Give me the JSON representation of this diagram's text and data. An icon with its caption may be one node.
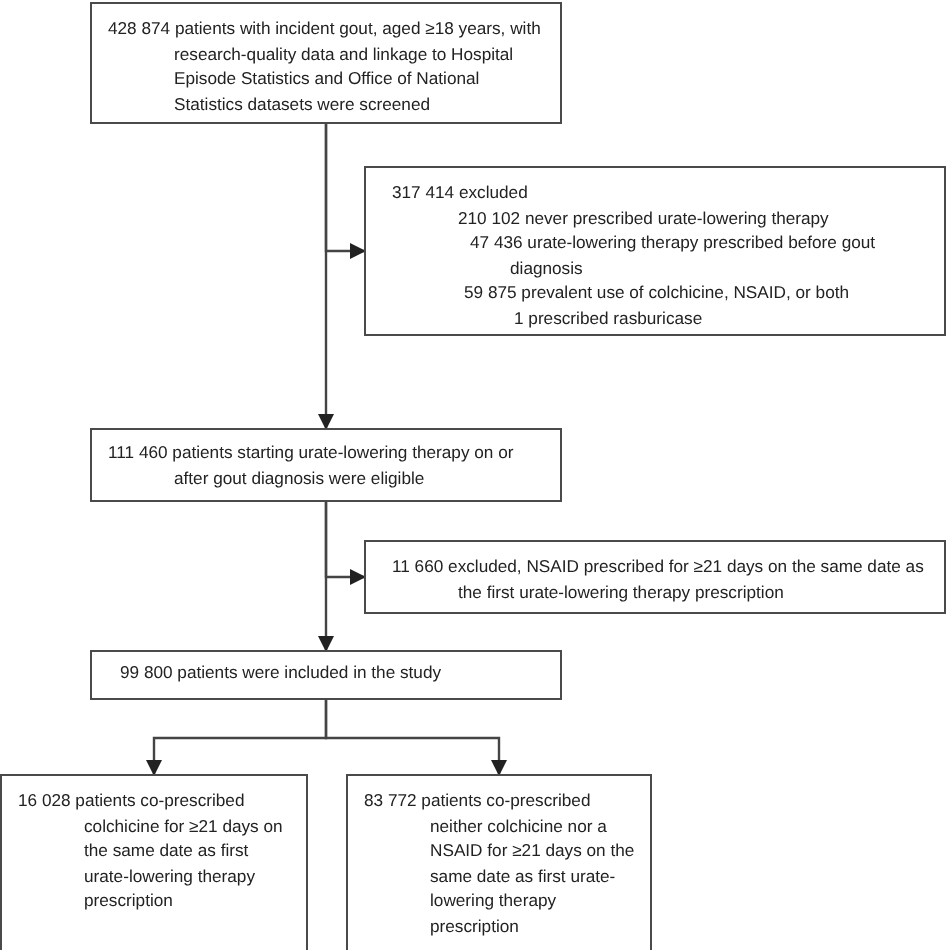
{
  "diagram": {
    "nodes": [
      {
        "text": [
          "428 874 patients with incident gout, aged ≥18 years, with research-quality data and linkage to Hospital Episode Statistics and Office of National Statistics datasets were screened"
        ]
      },
      {
        "text": [
          "317 414 excluded",
          "210 102 never prescribed urate-lowering therapy",
          "47 436 urate-lowering therapy prescribed before gout diagnosis",
          "59 875 prevalent use of colchicine, NSAID, or both",
          "1 prescribed rasburicase"
        ]
      },
      {
        "text": [
          "111 460 patients starting urate-lowering therapy on or after gout diagnosis were eligible"
        ]
      },
      {
        "text": [
          "11 660 excluded, NSAID prescribed for ≥21 days on the same date as the first urate-lowering therapy prescription"
        ]
      },
      {
        "text": [
          "99 800 patients were included in the study"
        ]
      },
      {
        "text": [
          "16 028 patients co-prescribed colchicine for ≥21 days on the same date as first urate-lowering therapy prescription"
        ]
      },
      {
        "text": [
          "83 772 patients co-prescribed neither colchicine nor a NSAID for ≥21 days on the same date as first urate-lowering therapy prescription"
        ]
      }
    ],
    "edges": [
      {
        "from": 0,
        "to": 2,
        "arrow": "to"
      },
      {
        "from": 0,
        "to": 1,
        "arrow": "to"
      },
      {
        "from": 2,
        "to": 4,
        "arrow": "to"
      },
      {
        "from": 2,
        "to": 3,
        "arrow": "to"
      },
      {
        "from": 4,
        "to": 5,
        "arrow": "to"
      },
      {
        "from": 4,
        "to": 6,
        "arrow": "to"
      }
    ]
  }
}
